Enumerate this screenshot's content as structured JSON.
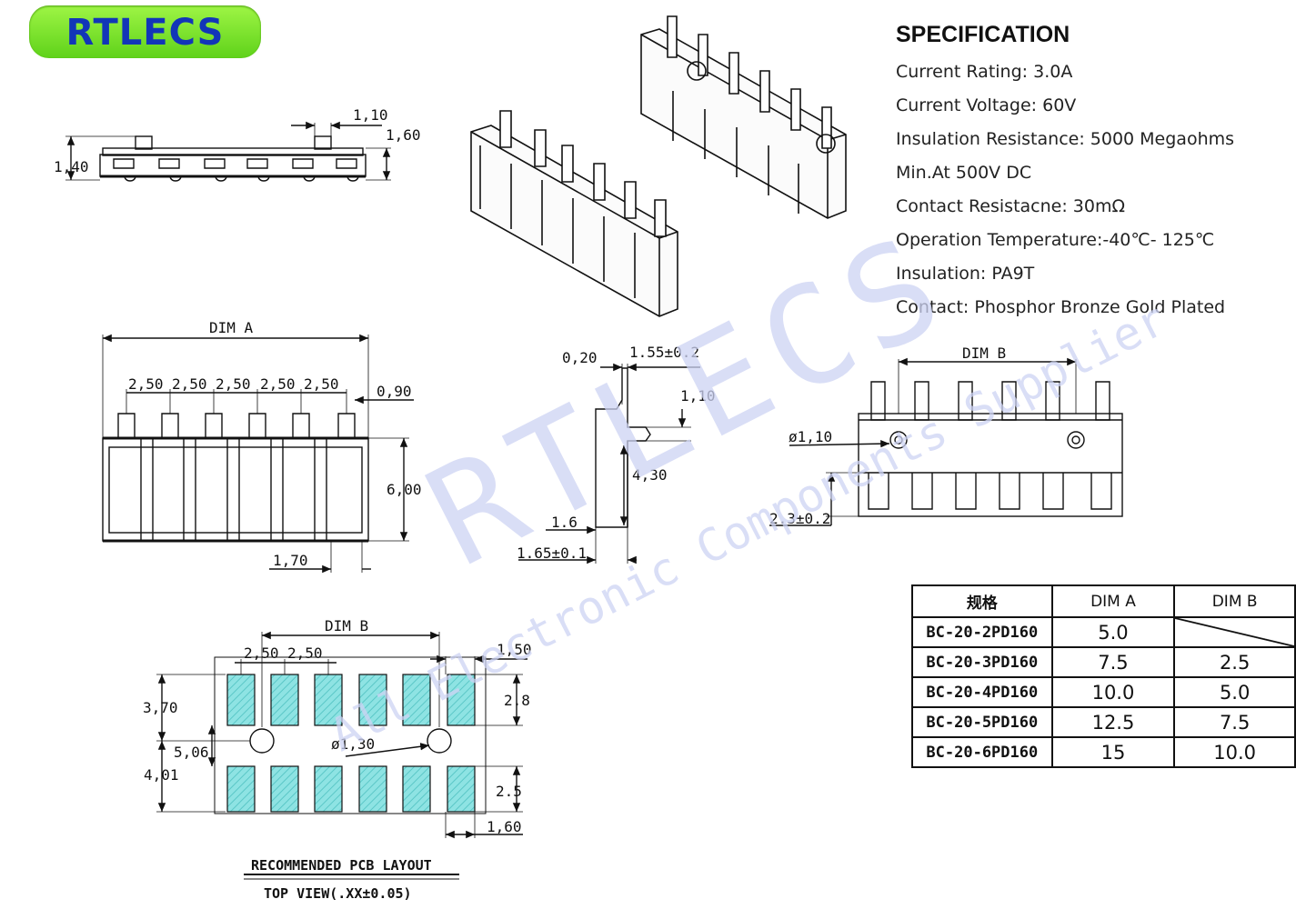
{
  "logo": {
    "text": "RTLECS",
    "color": "#1236b8",
    "bg": "#7fe030"
  },
  "watermark": {
    "line1": "RTLECS",
    "line2": "All Electronic Components Supplier",
    "color": "#cdd3f3"
  },
  "spec": {
    "title": "SPECIFICATION",
    "rows": [
      "Current Rating:  3.0A",
      "Current Voltage:  60V",
      "Insulation Resistance: 5000 Megaohms",
      "Min.At 500V DC",
      "Contact Resistacne: 30mΩ",
      "Operation Temperature:-40℃- 125℃",
      "Insulation:   PA9T",
      "Contact: Phosphor Bronze Gold Plated"
    ]
  },
  "dims": {
    "side": {
      "top": "1,10",
      "height": "1,60",
      "left": "1,40"
    },
    "front": {
      "dim_a": "DIM A",
      "pitch": [
        "2,50",
        "2,50",
        "2,50",
        "2,50",
        "2,50"
      ],
      "pin": "0,90",
      "height": "6,00",
      "bottom": "1,70"
    },
    "profile": {
      "t1": "0,20",
      "t2": "1.55±0.2",
      "t3": "1,10",
      "t4": "4,30",
      "t5": "1.6",
      "t6": "1.65±0.1"
    },
    "back": {
      "dim_b": "DIM B",
      "hole": "ø1,10",
      "offset": "2.3±0.2"
    },
    "pcb": {
      "dim_b": "DIM B",
      "p1": "2,50",
      "p2": "2,50",
      "w": "1,50",
      "h1": "3,70",
      "mid": "5,06",
      "h2": "4,01",
      "pad_top": "2.8",
      "pad_bot": "2.5",
      "hole": "ø1,30",
      "pad_w": "1,60"
    }
  },
  "pcb_caption": {
    "line1": "RECOMMENDED PCB LAYOUT",
    "line2": "TOP VIEW(.XX±0.05)"
  },
  "pad_color": "#8ee3e3",
  "table": {
    "headers": [
      "规格",
      "DIM  A",
      "DIM  B"
    ],
    "rows": [
      {
        "part": "BC-20-2PD160",
        "a": "5.0",
        "b": ""
      },
      {
        "part": "BC-20-3PD160",
        "a": "7.5",
        "b": "2.5"
      },
      {
        "part": "BC-20-4PD160",
        "a": "10.0",
        "b": "5.0"
      },
      {
        "part": "BC-20-5PD160",
        "a": "12.5",
        "b": "7.5"
      },
      {
        "part": "BC-20-6PD160",
        "a": "15",
        "b": "10.0"
      }
    ]
  }
}
